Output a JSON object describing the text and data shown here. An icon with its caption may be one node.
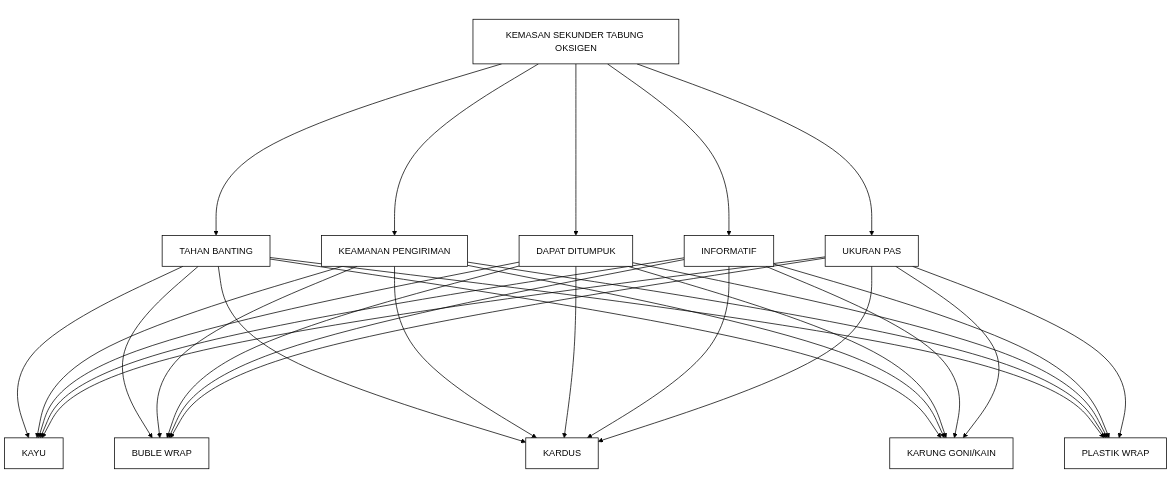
{
  "diagram": {
    "nodes": [
      {
        "text": [
          "KEMASAN SEKUNDER TABUNG OKSIGEN"
        ]
      },
      {
        "text": [
          "TAHAN BANTING"
        ]
      },
      {
        "text": [
          "KEAMANAN PENGIRIMAN"
        ]
      },
      {
        "text": [
          "DAPAT DITUMPUK"
        ]
      },
      {
        "text": [
          "INFORMATIF"
        ]
      },
      {
        "text": [
          "UKURAN PAS"
        ]
      },
      {
        "text": [
          "KAYU"
        ]
      },
      {
        "text": [
          "BUBLE WRAP"
        ]
      },
      {
        "text": [
          "KARDUS"
        ]
      },
      {
        "text": [
          "KARUNG GONI/KAIN"
        ]
      },
      {
        "text": [
          "PLASTIK WRAP"
        ]
      }
    ],
    "edges": [
      {
        "from": 0,
        "to": 1,
        "arrow": "to"
      },
      {
        "from": 0,
        "to": 2,
        "arrow": "to"
      },
      {
        "from": 0,
        "to": 3,
        "arrow": "to"
      },
      {
        "from": 0,
        "to": 4,
        "arrow": "to"
      },
      {
        "from": 0,
        "to": 5,
        "arrow": "to"
      },
      {
        "from": 1,
        "to": 6,
        "arrow": "to"
      },
      {
        "from": 1,
        "to": 7,
        "arrow": "to"
      },
      {
        "from": 1,
        "to": 8,
        "arrow": "to"
      },
      {
        "from": 1,
        "to": 9,
        "arrow": "to"
      },
      {
        "from": 1,
        "to": 10,
        "arrow": "to"
      },
      {
        "from": 2,
        "to": 6,
        "arrow": "to"
      },
      {
        "from": 2,
        "to": 7,
        "arrow": "to"
      },
      {
        "from": 2,
        "to": 8,
        "arrow": "to"
      },
      {
        "from": 2,
        "to": 9,
        "arrow": "to"
      },
      {
        "from": 2,
        "to": 10,
        "arrow": "to"
      },
      {
        "from": 3,
        "to": 6,
        "arrow": "to"
      },
      {
        "from": 3,
        "to": 7,
        "arrow": "to"
      },
      {
        "from": 3,
        "to": 8,
        "arrow": "to"
      },
      {
        "from": 3,
        "to": 9,
        "arrow": "to"
      },
      {
        "from": 3,
        "to": 10,
        "arrow": "to"
      },
      {
        "from": 4,
        "to": 6,
        "arrow": "to"
      },
      {
        "from": 4,
        "to": 7,
        "arrow": "to"
      },
      {
        "from": 4,
        "to": 8,
        "arrow": "to"
      },
      {
        "from": 4,
        "to": 9,
        "arrow": "to"
      },
      {
        "from": 4,
        "to": 10,
        "arrow": "to"
      },
      {
        "from": 5,
        "to": 6,
        "arrow": "to"
      },
      {
        "from": 5,
        "to": 7,
        "arrow": "to"
      },
      {
        "from": 5,
        "to": 8,
        "arrow": "to"
      },
      {
        "from": 5,
        "to": 9,
        "arrow": "to"
      },
      {
        "from": 5,
        "to": 10,
        "arrow": "to"
      }
    ]
  }
}
